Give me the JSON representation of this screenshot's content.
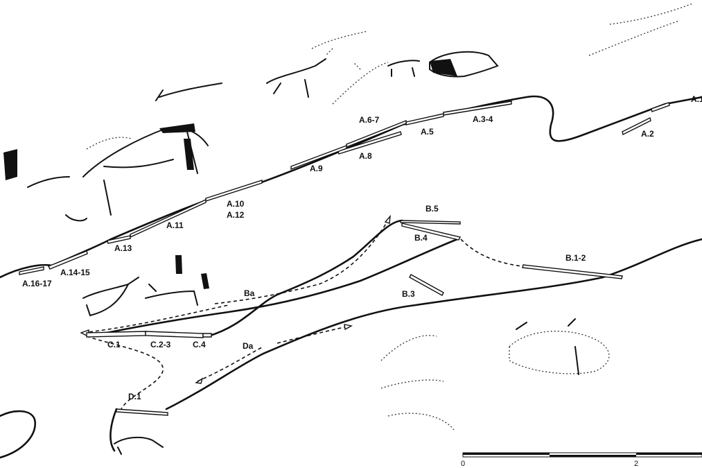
{
  "labels": {
    "a1": "A.1",
    "a2": "A.2",
    "a3_4": "A.3-4",
    "a5": "A.5",
    "a6_7": "A.6-7",
    "a8": "A.8",
    "a9": "A.9",
    "a10": "A.10",
    "a12": "A.12",
    "a11": "A.11",
    "a13": "A.13",
    "a14_15": "A.14-15",
    "a16_17": "A.16-17",
    "b5": "B.5",
    "b4": "B.4",
    "b1_2": "B.1-2",
    "b3": "B.3",
    "ba": "Ba",
    "c1": "C.1",
    "c2_3": "C.2-3",
    "c4": "C.4",
    "da": "Da",
    "d1": "D.1"
  },
  "scale": {
    "start": "0",
    "mid": "2"
  }
}
